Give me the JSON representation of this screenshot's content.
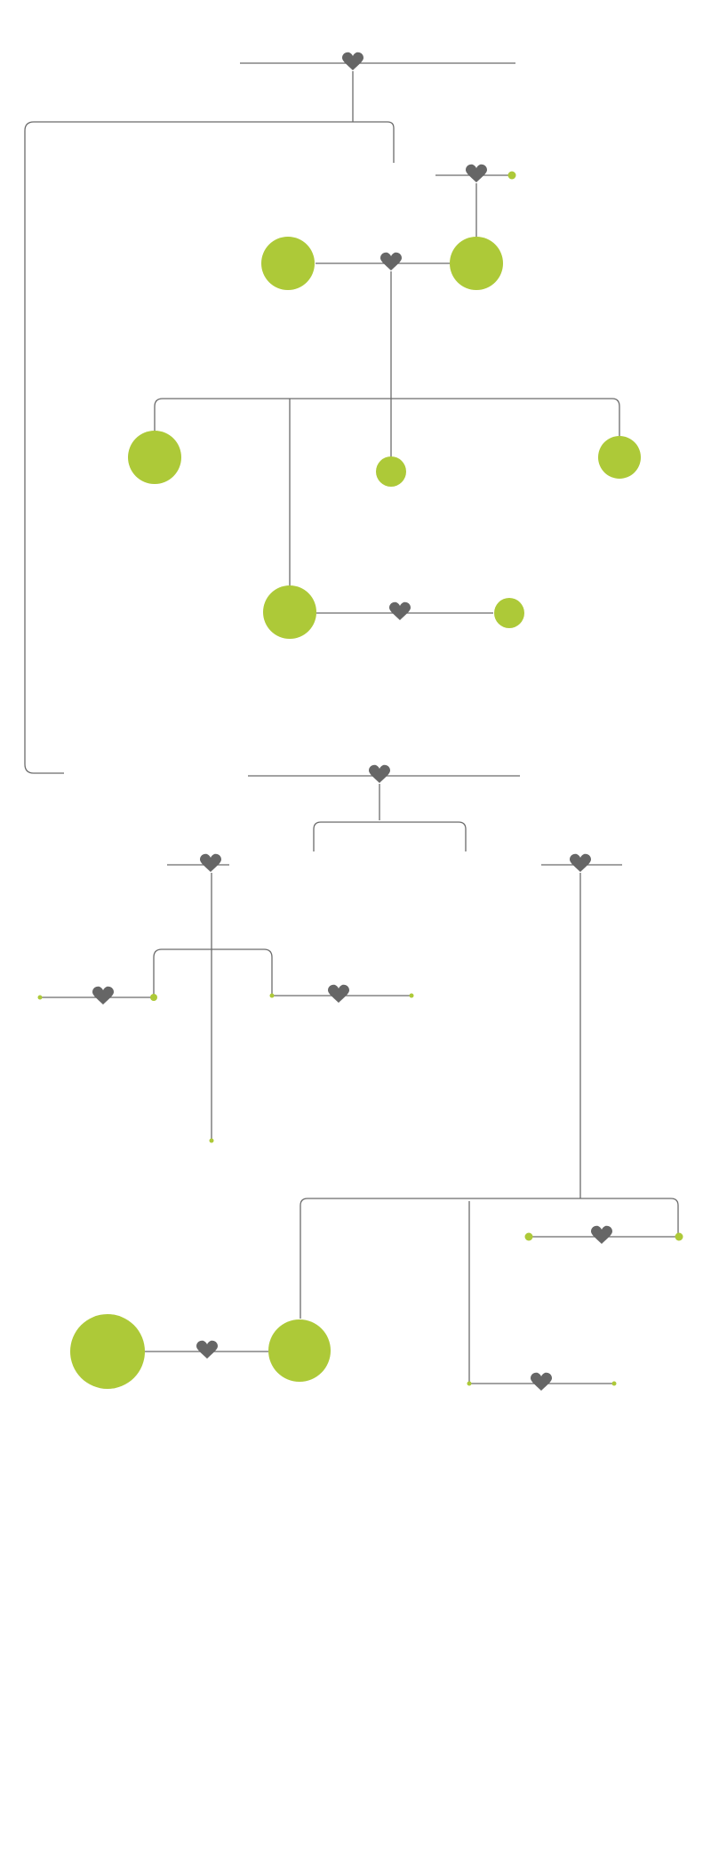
{
  "colors": {
    "background": "#ffffff",
    "line": "#6b6b6b",
    "person_node": "#adc938",
    "marriage_heart": "#666666"
  },
  "icons": {
    "marriage": "heart-icon",
    "person": "circle-node"
  },
  "tree": {
    "families": [
      {
        "id": "family-1",
        "partners": 0,
        "children": 2
      },
      {
        "id": "family-2",
        "partners": 1,
        "children": 1
      },
      {
        "id": "family-3",
        "partners": 2,
        "children": 4
      },
      {
        "id": "family-4",
        "partners": 2,
        "children": 0
      },
      {
        "id": "family-5",
        "partners": 0,
        "children": 2
      },
      {
        "id": "family-6",
        "partners": 0,
        "children": 3
      },
      {
        "id": "family-7",
        "partners": 2,
        "children": 0
      },
      {
        "id": "family-8",
        "partners": 2,
        "children": 0
      },
      {
        "id": "family-9",
        "partners": 0,
        "children": 4
      },
      {
        "id": "family-10",
        "partners": 2,
        "children": 0
      },
      {
        "id": "family-11",
        "partners": 2,
        "children": 0
      },
      {
        "id": "family-12",
        "partners": 2,
        "children": 0
      }
    ],
    "person_count": 20
  }
}
